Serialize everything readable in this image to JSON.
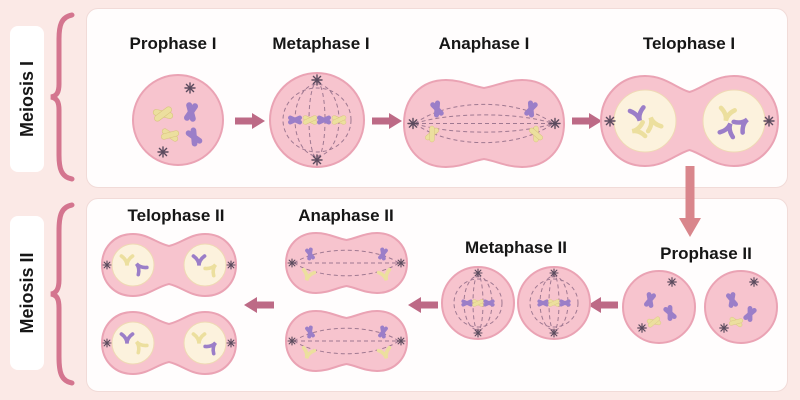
{
  "sections": {
    "meiosis1": {
      "label": "Meiosis I",
      "phases": [
        {
          "name": "Prophase I"
        },
        {
          "name": "Metaphase I"
        },
        {
          "name": "Anaphase I"
        },
        {
          "name": "Telophase I"
        }
      ]
    },
    "meiosis2": {
      "label": "Meiosis II",
      "phases": [
        {
          "name": "Prophase II"
        },
        {
          "name": "Metaphase II"
        },
        {
          "name": "Anaphase II"
        },
        {
          "name": "Telophase II"
        }
      ]
    }
  },
  "icons": {
    "arrow_right": "▶",
    "arrow_left": "◀",
    "arrow_down": "▼",
    "brace": "{",
    "centrosome_aster": "✳"
  },
  "colors": {
    "background": "#fbe9e6",
    "panel": "#fffdfd",
    "cell_fill": "#f7c4ce",
    "cell_stroke": "#eaa3b4",
    "nucleus_fill": "#fcf2dd",
    "chromosome_purple": "#9b7ec8",
    "chromosome_yellow": "#ecdf9e",
    "spindle": "#7a5878",
    "arrow": "#bd6a86",
    "down_arrow": "#d9868c",
    "brace": "#d4758f",
    "label_text": "#161616"
  }
}
